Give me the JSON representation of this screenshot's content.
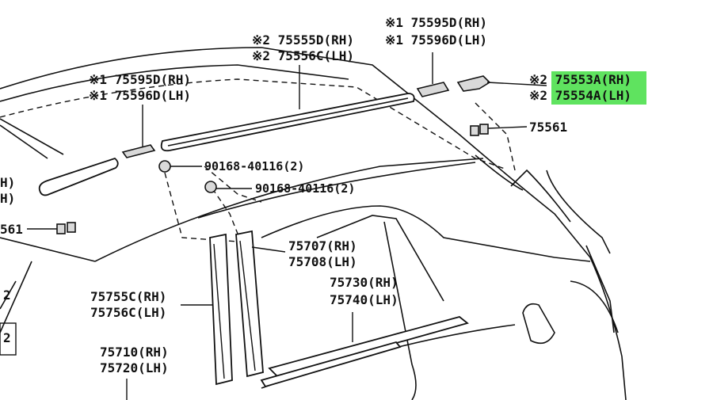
{
  "highlight_color": "#5fe35f",
  "labels": {
    "roof_rail_cover_front_rh": "※1 75595D(RH)",
    "roof_rail_cover_front_lh": "※1 75596D(LH)",
    "roof_moulding_rh": "※2 75555D(RH)",
    "roof_moulding_lh": "※2 75556C(LH)",
    "rear_cover_top_rh": "※1 75595D(RH)",
    "rear_cover_top_lh": "※1 75596D(LH)",
    "end_cover_rh": "※2 75553A(RH)",
    "end_cover_lh": "※2 75554A(LH)",
    "clip_right": "75561",
    "clip_left": "561",
    "bolt_1": "90168-40116(2)",
    "bolt_2": "90168-40116(2)",
    "pillar_garnish_rh": "75707(RH)",
    "pillar_garnish_lh": "75708(LH)",
    "moulding_door_rh": "75755C(RH)",
    "moulding_door_lh": "75756C(LH)",
    "belt_moulding_rh": "75730(RH)",
    "belt_moulding_lh": "75740(LH)",
    "front_garnish_rh": "75710(RH)",
    "front_garnish_lh": "75720(LH)",
    "cut_h1": "H)",
    "cut_h2": "H)",
    "cut_left_a": "2",
    "cut_left_b": "2"
  }
}
